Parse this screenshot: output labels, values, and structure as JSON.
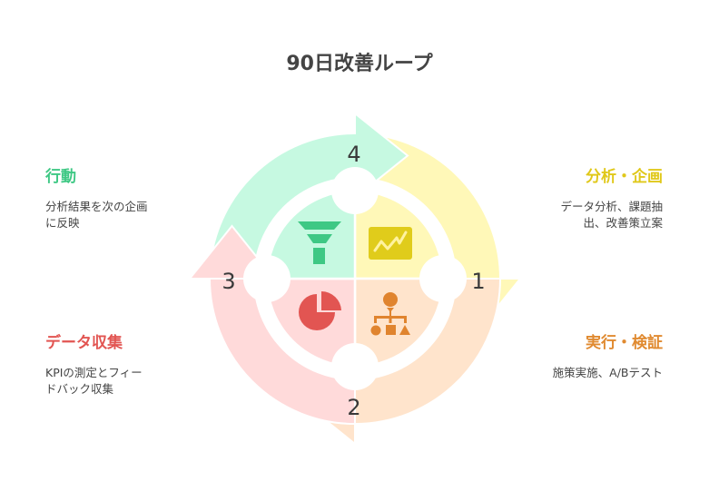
{
  "title": "90日改善ループ",
  "steps": [
    {
      "number": "1",
      "heading": "分析・企画",
      "desc_line1": "データ分析、課題抽",
      "desc_line2": "出、改善策立案",
      "color": "#e0c81a",
      "arrow_color": "#fff8b8",
      "icon": "chart-icon"
    },
    {
      "number": "2",
      "heading": "実行・検証",
      "desc_line1": "施策実施、A/Bテスト",
      "desc_line2": "",
      "color": "#e08a30",
      "arrow_color": "#ffe4cc",
      "icon": "hierarchy-icon"
    },
    {
      "number": "3",
      "heading": "データ収集",
      "desc_line1": "KPIの測定とフィー",
      "desc_line2": "ドバック収集",
      "color": "#e25552",
      "arrow_color": "#ffdada",
      "icon": "pie-chart-icon"
    },
    {
      "number": "4",
      "heading": "行動",
      "desc_line1": "分析結果を次の企画",
      "desc_line2": "に反映",
      "color": "#3ec884",
      "arrow_color": "#c6f9e1",
      "icon": "funnel-icon"
    }
  ]
}
